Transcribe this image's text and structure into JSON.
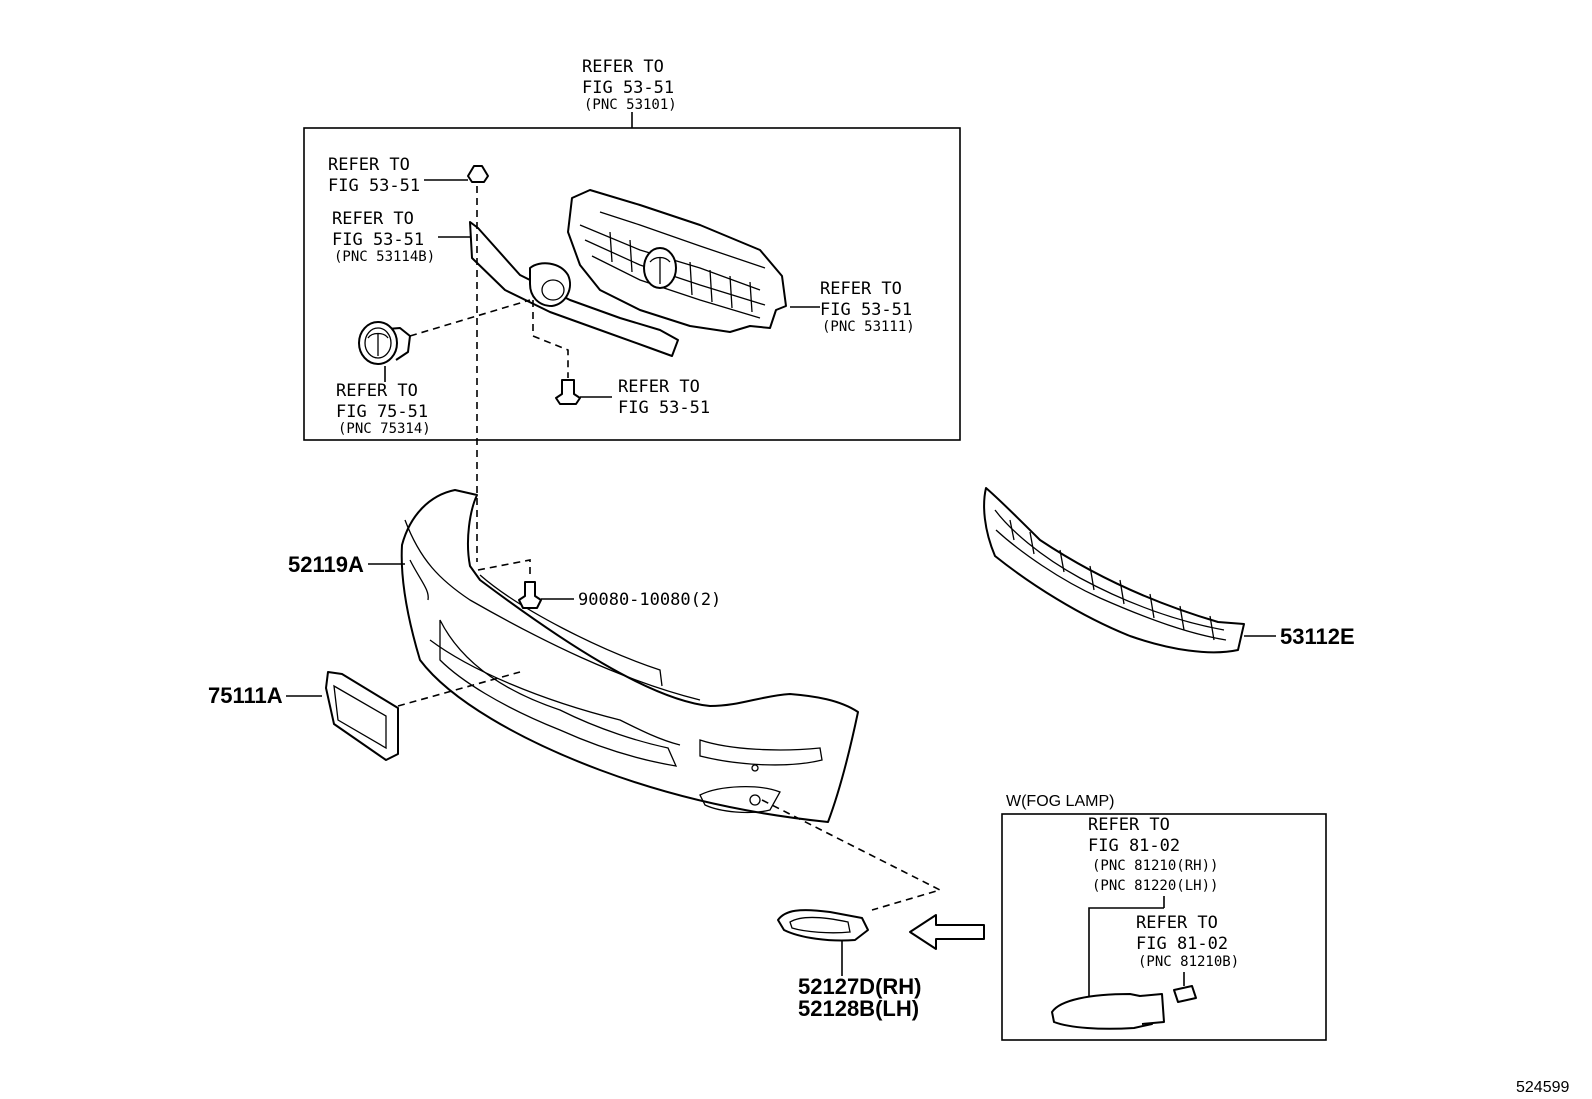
{
  "diagram_number": "524599",
  "grille_assembly_callout": {
    "line1": "REFER TO",
    "line2": "FIG 53-51",
    "line3": "(PNC 53101)"
  },
  "grille_clip_callout": {
    "line1": "REFER TO",
    "line2": "FIG 53-51"
  },
  "grille_molding_callout": {
    "line1": "REFER TO",
    "line2": "FIG 53-51",
    "line3": "(PNC 53114B)"
  },
  "radiator_grille_callout": {
    "line1": "REFER TO",
    "line2": "FIG 53-51",
    "line3": "(PNC 53111)"
  },
  "emblem_callout": {
    "line1": "REFER TO",
    "line2": "FIG 75-51",
    "line3": "(PNC 75314)"
  },
  "grille_screw_callout": {
    "line1": "REFER TO",
    "line2": "FIG 53-51"
  },
  "parts": {
    "bumper_cover": "52119A",
    "bolt": "90080-10080(2)",
    "license_bracket": "75111A",
    "lower_grille": "53112E",
    "fog_cover_rh": "52127D(RH)",
    "fog_cover_lh": "52128B(LH)"
  },
  "fog_lamp_box": {
    "title": "W(FOG LAMP)",
    "lamp_callout": {
      "line1": "REFER TO",
      "line2": "FIG 81-02",
      "line3": "(PNC 81210(RH))",
      "line4": "(PNC 81220(LH))"
    },
    "bulb_callout": {
      "line1": "REFER TO",
      "line2": "FIG 81-02",
      "line3": "(PNC 81210B)"
    }
  }
}
